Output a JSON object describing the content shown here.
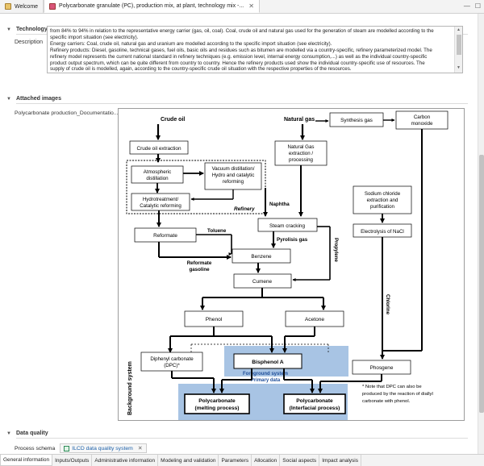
{
  "tabs": [
    {
      "label": "Welcome",
      "icon": "home-icon",
      "active": false
    },
    {
      "label": "Polycarbonate granulate (PC), production mix, at plant, technology mix -...",
      "icon": "process-icon",
      "active": true
    }
  ],
  "sections": {
    "technology": "Technology",
    "attached_images": "Attached images",
    "data_quality": "Data quality"
  },
  "description_label": "Description",
  "description_lines": [
    "from 84% to 94% in relation to the representative energy carrier (gas, oil, coal). Coal, crude oil and natural gas used for the generation of steam are modelled according to the",
    "specific import situation (see electricity).",
    "Energy carriers: Coal, crude oil, natural gas and uranium are modelled according to the specific import situation (see electricity).",
    "Refinery products: Diesel, gasoline, technical gases, fuel oils, basic oils and residues such as bitumen are modelled via a country-specific, refinery parameterized model. The",
    "refinery model represents the current national standard in refinery techniques (e.g. emission level, internal energy consumption,...) as well as the individual country-specific",
    "product output spectrum, which can be quite different from country to country. Hence the refinery products used show the individual country-specific use of resources. The",
    "supply of crude oil is modelled, again, according to the country-specific crude oil situation with the respective properties of the resources."
  ],
  "image_caption": "Polycarbonate production_Documentatio...",
  "diagram": {
    "crude_oil": "Crude oil",
    "crude_oil_extraction": "Crude oil extraction",
    "atmospheric_distillation": [
      "Atmospheric",
      "distillation"
    ],
    "vacuum_distillation": [
      "Vacuum distillation/",
      "Hydro and catalytic",
      "reforming"
    ],
    "hydrotreatment": [
      "Hydrotreatment/",
      "Catalytic reforming"
    ],
    "refinery": "Refinery",
    "natural_gas": "Natural gas",
    "ng_extraction": [
      "Natural Gas",
      "extraction /",
      "processing"
    ],
    "synthesis_gas": "Synthesis gas",
    "carbon_monoxide": [
      "Carbon",
      "monoxide"
    ],
    "naphtha": "Naphtha",
    "steam_cracking": "Steam cracking",
    "pyrolisis_gas": "Pyrolisis gas",
    "reformate": "Reformate",
    "toluene": "Toluene",
    "benzene": "Benzene",
    "reformate_gasoline": [
      "Reformate",
      "gasoline"
    ],
    "propylene": "Propylene",
    "sodium_chloride": [
      "Sodium chloride",
      "extraction and",
      "purification"
    ],
    "electrolysis": "Electrolysis of NaCl",
    "chlorine": "Chlorine",
    "cumene": "Cumene",
    "phenol": "Phenol",
    "acetone": "Acetone",
    "dpc": [
      "Diphenyl carbonate",
      "(DPC)*"
    ],
    "bisphenol_a": "Bisphenol A",
    "phosgene": "Phosgene",
    "foreground_system": [
      "Foreground system",
      "Primary data"
    ],
    "pc_melting": [
      "Polycarbonate",
      "(melting process)"
    ],
    "pc_interfacial": [
      "Polycarbonate",
      "(Interfacial process)"
    ],
    "background_system": "Background system",
    "note": [
      "*  Note  that  DPC  can  also  be",
      "produced by the reaction of diallyl",
      "carbonate with phenol."
    ]
  },
  "data_quality": {
    "process_schema_label": "Process schema",
    "schema_tab": "ILCD data quality system"
  },
  "bottom_tabs": [
    "General information",
    "Inputs/Outputs",
    "Administrative information",
    "Modeling and validation",
    "Parameters",
    "Allocation",
    "Social aspects",
    "Impact analysis"
  ],
  "colors": {
    "foreground": "#a8c4e4",
    "foreground_text": "#1f4e99"
  }
}
